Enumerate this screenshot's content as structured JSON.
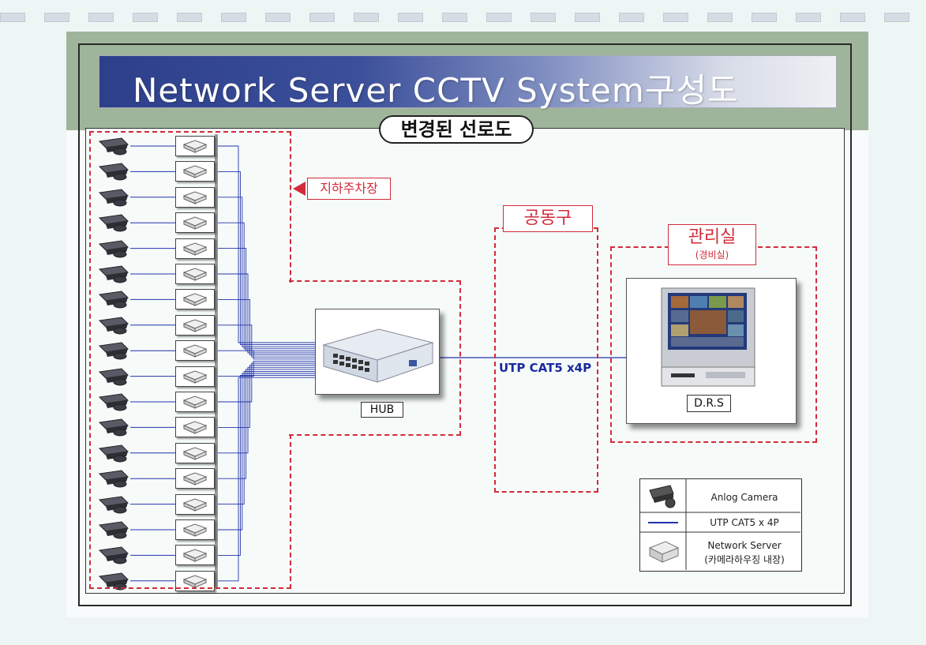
{
  "title": "Network Server CCTV System구성도",
  "subtitle": "변경된 선로도",
  "zones": {
    "parking": "지하주차장",
    "common": "공동구",
    "control_room": "관리실",
    "control_room_sub": "(경비실)"
  },
  "devices": {
    "hub": "HUB",
    "drs": "D.R.S"
  },
  "link_label": "UTP CAT5 x4P",
  "legend": {
    "camera": "Anlog Camera",
    "cable": "UTP CAT5 x 4P",
    "server_line1": "Network Server",
    "server_line2": "(카메라하우징 내장)"
  },
  "camera_count": 18,
  "colors": {
    "zone_dash": "#d32b3a",
    "cable": "#2233aa",
    "link_text": "#1a2a9c"
  },
  "icons": {
    "camera": "cctv-camera-icon",
    "server": "network-server-icon",
    "hub": "network-hub-icon",
    "drs": "drs-monitor-icon"
  }
}
